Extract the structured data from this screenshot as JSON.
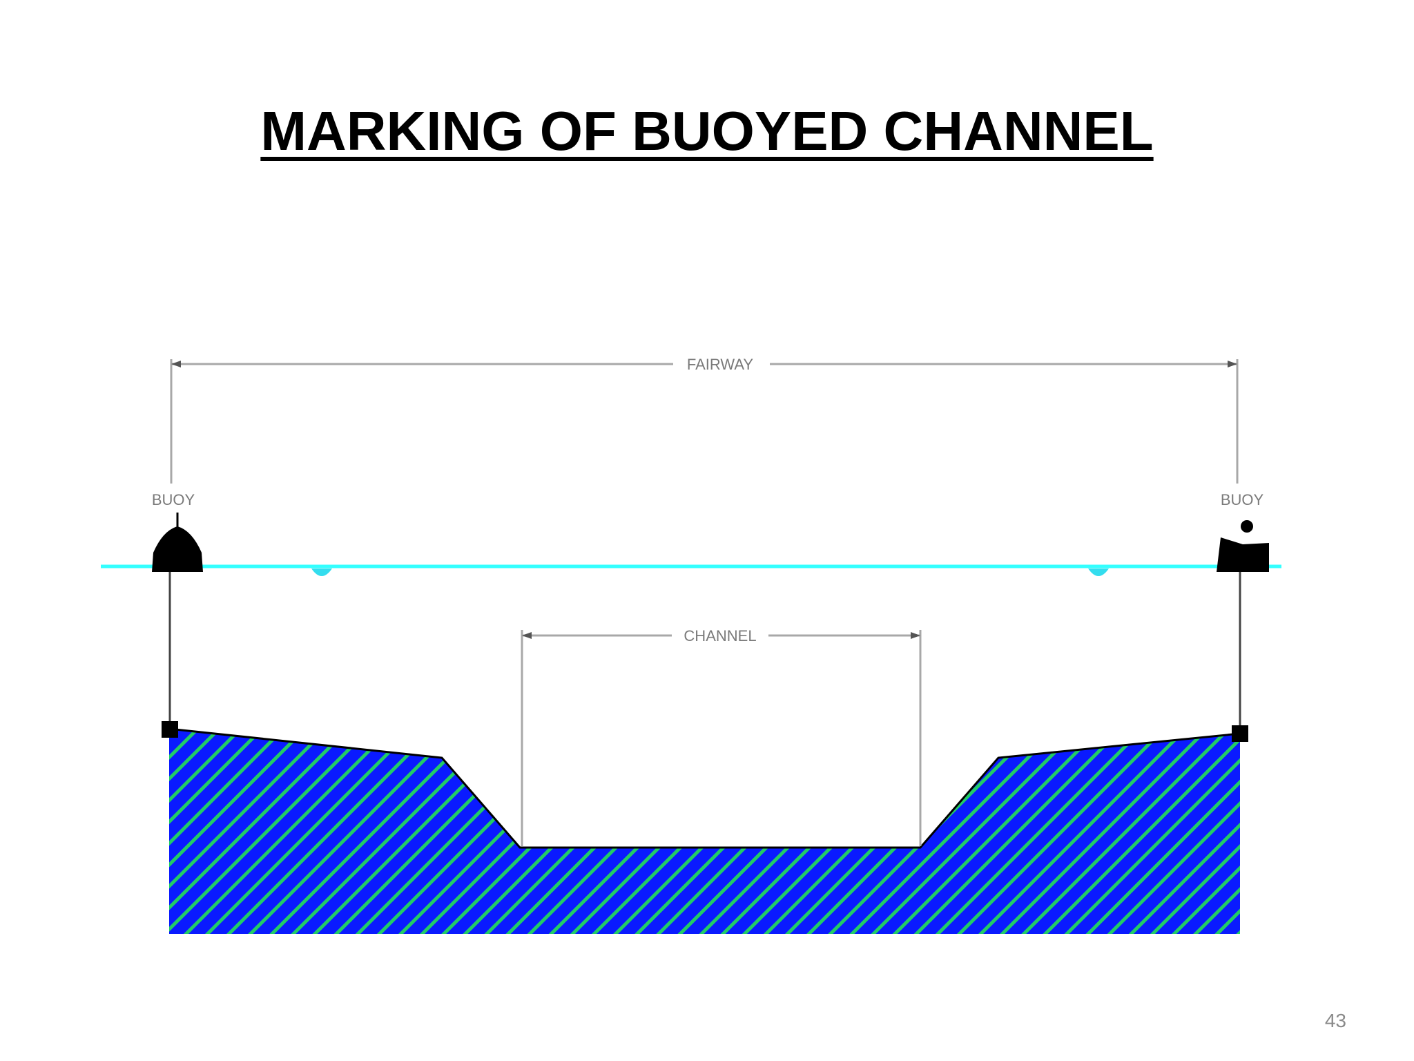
{
  "slide": {
    "title": "MARKING OF BUOYED CHANNEL",
    "page_number": "43"
  },
  "diagram": {
    "labels": {
      "fairway": "FAIRWAY",
      "channel": "CHANNEL",
      "buoy_left": "BUOY",
      "buoy_right": "BUOY"
    },
    "colors": {
      "water_surface": "#33ffff",
      "seabed_fill": "#0a1aff",
      "seabed_hatch": "#22cc66",
      "dimension_line": "#a8a8a8",
      "buoy": "#000000"
    },
    "symbols": {
      "left_buoy_shape": "conical-buoy-icon",
      "right_buoy_shape": "can-buoy-icon",
      "water_level_markers": "water-level-icon"
    }
  }
}
